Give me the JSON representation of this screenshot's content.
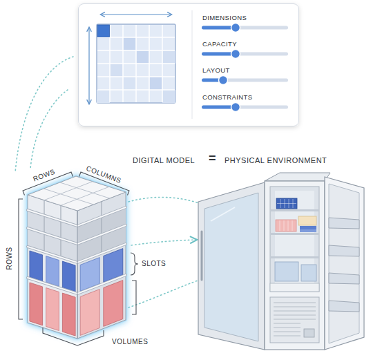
{
  "diagram": {
    "nodes": [
      {
        "text": [
          "DIMENSIONS",
          "CAPACITY",
          "LAYOUT",
          "CONSTRAINTS"
        ]
      }
    ],
    "labels": [
      "DIGITAL MODEL",
      "=",
      "PHYSICAL ENVIRONMENT",
      "ROWS",
      "COLUMNS",
      "ROWS",
      "SLOTS",
      "VOLUMES"
    ]
  }
}
